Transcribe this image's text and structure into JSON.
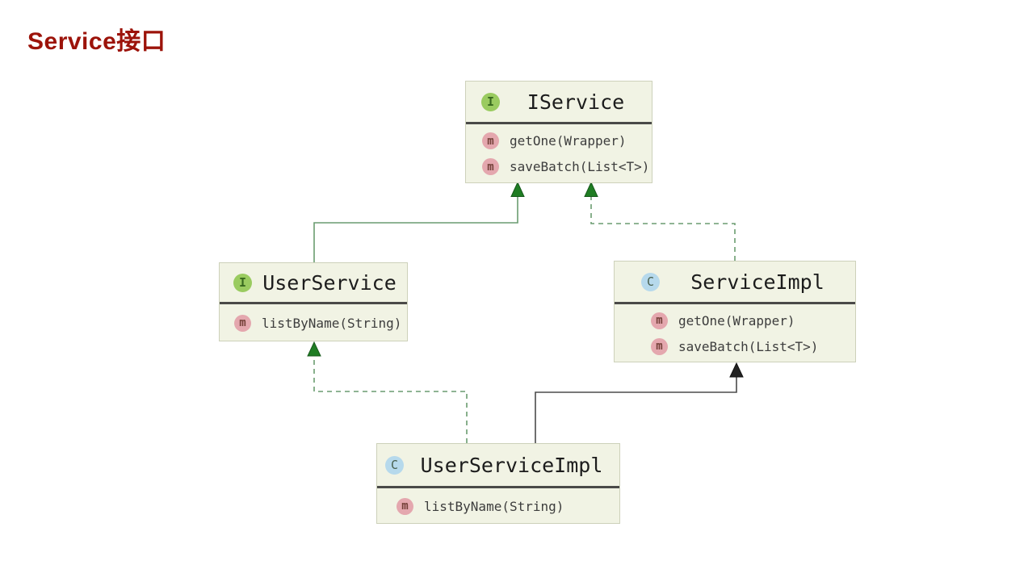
{
  "title": "Service接口",
  "icons": {
    "interface": "I",
    "class": "C",
    "method": "m"
  },
  "colors": {
    "title_color": "#9c130a",
    "node_fill": "#f1f3e4",
    "node_border": "#cdd1ba",
    "separator": "#4a4a48",
    "name_color": "#1c1c1c",
    "method_color": "#3d3d3d",
    "interface_icon_bg": "#9acb60",
    "interface_icon_fg": "#38691f",
    "class_icon_bg": "#b6d9ec",
    "class_icon_fg": "#48604f",
    "method_icon_bg": "#e4a7ae",
    "method_icon_fg": "#75413a",
    "inherit_line": "#6a9c70",
    "inherit_arrow": "#1f7d23",
    "extends_line": "#4b4b4b",
    "extends_arrow": "#222222"
  },
  "nodes": [
    {
      "id": "IService",
      "kind": "interface",
      "name": "IService",
      "methods": [
        "getOne(Wrapper)",
        "saveBatch(List<T>)"
      ]
    },
    {
      "id": "UserService",
      "kind": "interface",
      "name": "UserService",
      "methods": [
        "listByName(String)"
      ]
    },
    {
      "id": "ServiceImpl",
      "kind": "class",
      "name": "ServiceImpl",
      "methods": [
        "getOne(Wrapper)",
        "saveBatch(List<T>)"
      ]
    },
    {
      "id": "UserServiceImpl",
      "kind": "class",
      "name": "UserServiceImpl",
      "methods": [
        "listByName(String)"
      ]
    }
  ],
  "relations": [
    {
      "from": "UserService",
      "to": "IService",
      "type": "extends",
      "line": "solid-green"
    },
    {
      "from": "ServiceImpl",
      "to": "IService",
      "type": "implements",
      "line": "dashed-green"
    },
    {
      "from": "UserServiceImpl",
      "to": "UserService",
      "type": "implements",
      "line": "dashed-green"
    },
    {
      "from": "UserServiceImpl",
      "to": "ServiceImpl",
      "type": "extends",
      "line": "solid-black"
    }
  ]
}
